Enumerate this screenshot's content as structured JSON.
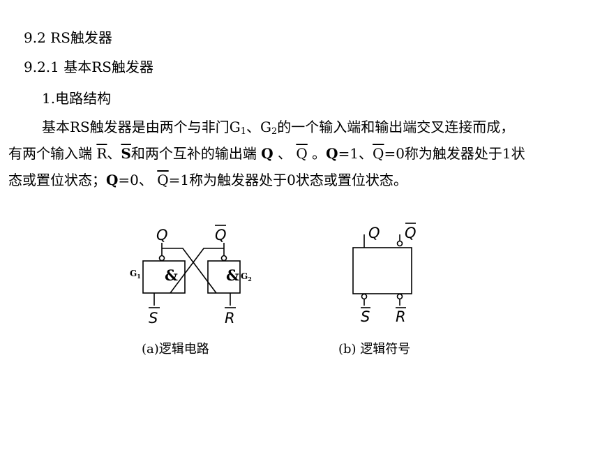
{
  "heading": {
    "section": "9.2 RS触发器",
    "subsection": "9.2.1 基本RS触发器",
    "item": "1.电路结构"
  },
  "paragraph": {
    "l1_a": "基本RS触发器是由两个与非门G",
    "l1_sub1": "1",
    "l1_b": "、G",
    "l1_sub2": "2",
    "l1_c": "的一个输入端和输出端交叉连接而成，",
    "l2_a": "有两个输入端 ",
    "l2_r": "R",
    "l2_sep": "、",
    "l2_s": "S",
    "l2_b": "和两个互补的输出端 ",
    "l2_q": "Q",
    "l2_sep2": " 、 ",
    "l2_qbar": "Q",
    "l2_c": " 。",
    "l2_q2": "Q",
    "l2_eq1": "=1、",
    "l2_qbar2": "Q",
    "l2_eq0": "=0称为触发器处于1状",
    "l3_a": "态或置位状态；",
    "l3_q": "Q",
    "l3_eq0": "=0、 ",
    "l3_qbar": "Q",
    "l3_eq1": "=1称为触发器处于0状态或置位状态。"
  },
  "diagram_a": {
    "out_q": "Q",
    "out_qbar": "Q",
    "in_s": "S",
    "in_r": "R",
    "gate_left": "&",
    "gate_right": "&",
    "label_g1": "G",
    "label_g1_sub": "1",
    "label_g2": "G",
    "label_g2_sub": "2",
    "caption": "(a)逻辑电路"
  },
  "diagram_b": {
    "out_q": "Q",
    "out_qbar": "Q",
    "in_s": "S",
    "in_r": "R",
    "caption": "(b) 逻辑符号"
  }
}
